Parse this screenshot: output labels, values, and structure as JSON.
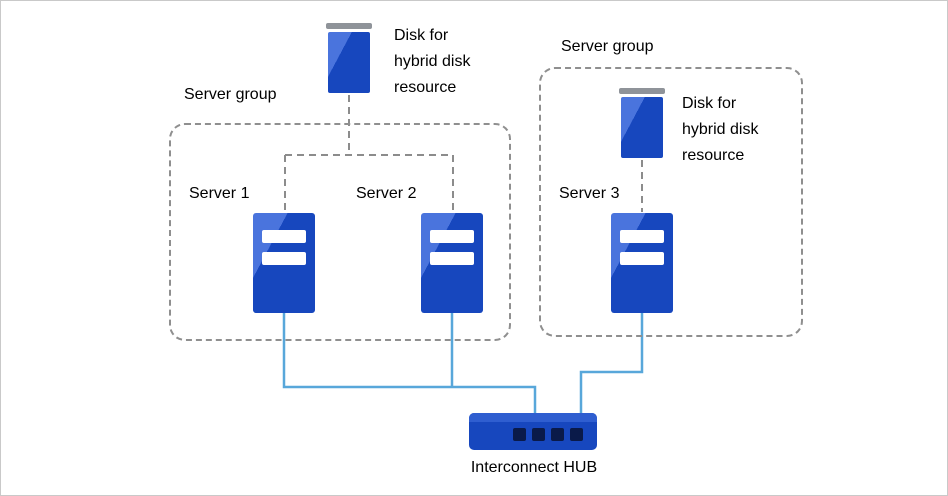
{
  "diagram": {
    "groups": [
      {
        "label": "Server group"
      },
      {
        "label": "Server group"
      }
    ],
    "servers": [
      {
        "label": "Server 1"
      },
      {
        "label": "Server 2"
      },
      {
        "label": "Server 3"
      }
    ],
    "disks": [
      {
        "label": "Disk for hybrid disk resource"
      },
      {
        "label": "Disk for hybrid disk resource"
      }
    ],
    "hub": {
      "label": "Interconnect HUB"
    },
    "colors": {
      "device_blue": "#1747be",
      "device_highlight": "#4a74dd",
      "disk_cap_gray": "#8f9399",
      "dashed_line_gray": "#8c8c8c",
      "link_blue": "#58a7da",
      "hub_port_navy": "#0a1a49"
    }
  }
}
